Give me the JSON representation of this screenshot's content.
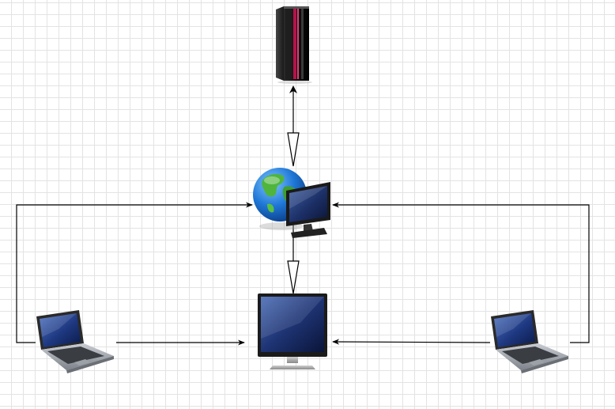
{
  "diagram": {
    "background": "#ffffff",
    "grid_color": "#e3e3e3",
    "edge_color": "#000000",
    "nodes": [
      {
        "id": "server",
        "icon": "server-rack-icon"
      },
      {
        "id": "internet-gateway",
        "icon": "globe-with-monitor-icon"
      },
      {
        "id": "central-monitor",
        "icon": "monitor-icon"
      },
      {
        "id": "laptop-left",
        "icon": "laptop-icon"
      },
      {
        "id": "laptop-right",
        "icon": "laptop-icon"
      }
    ],
    "edges": [
      {
        "from": "server",
        "to": "internet-gateway",
        "style": "bidirectional"
      },
      {
        "from": "internet-gateway",
        "to": "central-monitor",
        "style": "bidirectional"
      },
      {
        "from": "laptop-left",
        "to": "internet-gateway",
        "style": "arrow"
      },
      {
        "from": "laptop-right",
        "to": "internet-gateway",
        "style": "arrow"
      },
      {
        "from": "laptop-left",
        "to": "central-monitor",
        "style": "arrow"
      },
      {
        "from": "laptop-right",
        "to": "central-monitor",
        "style": "arrow"
      }
    ]
  }
}
